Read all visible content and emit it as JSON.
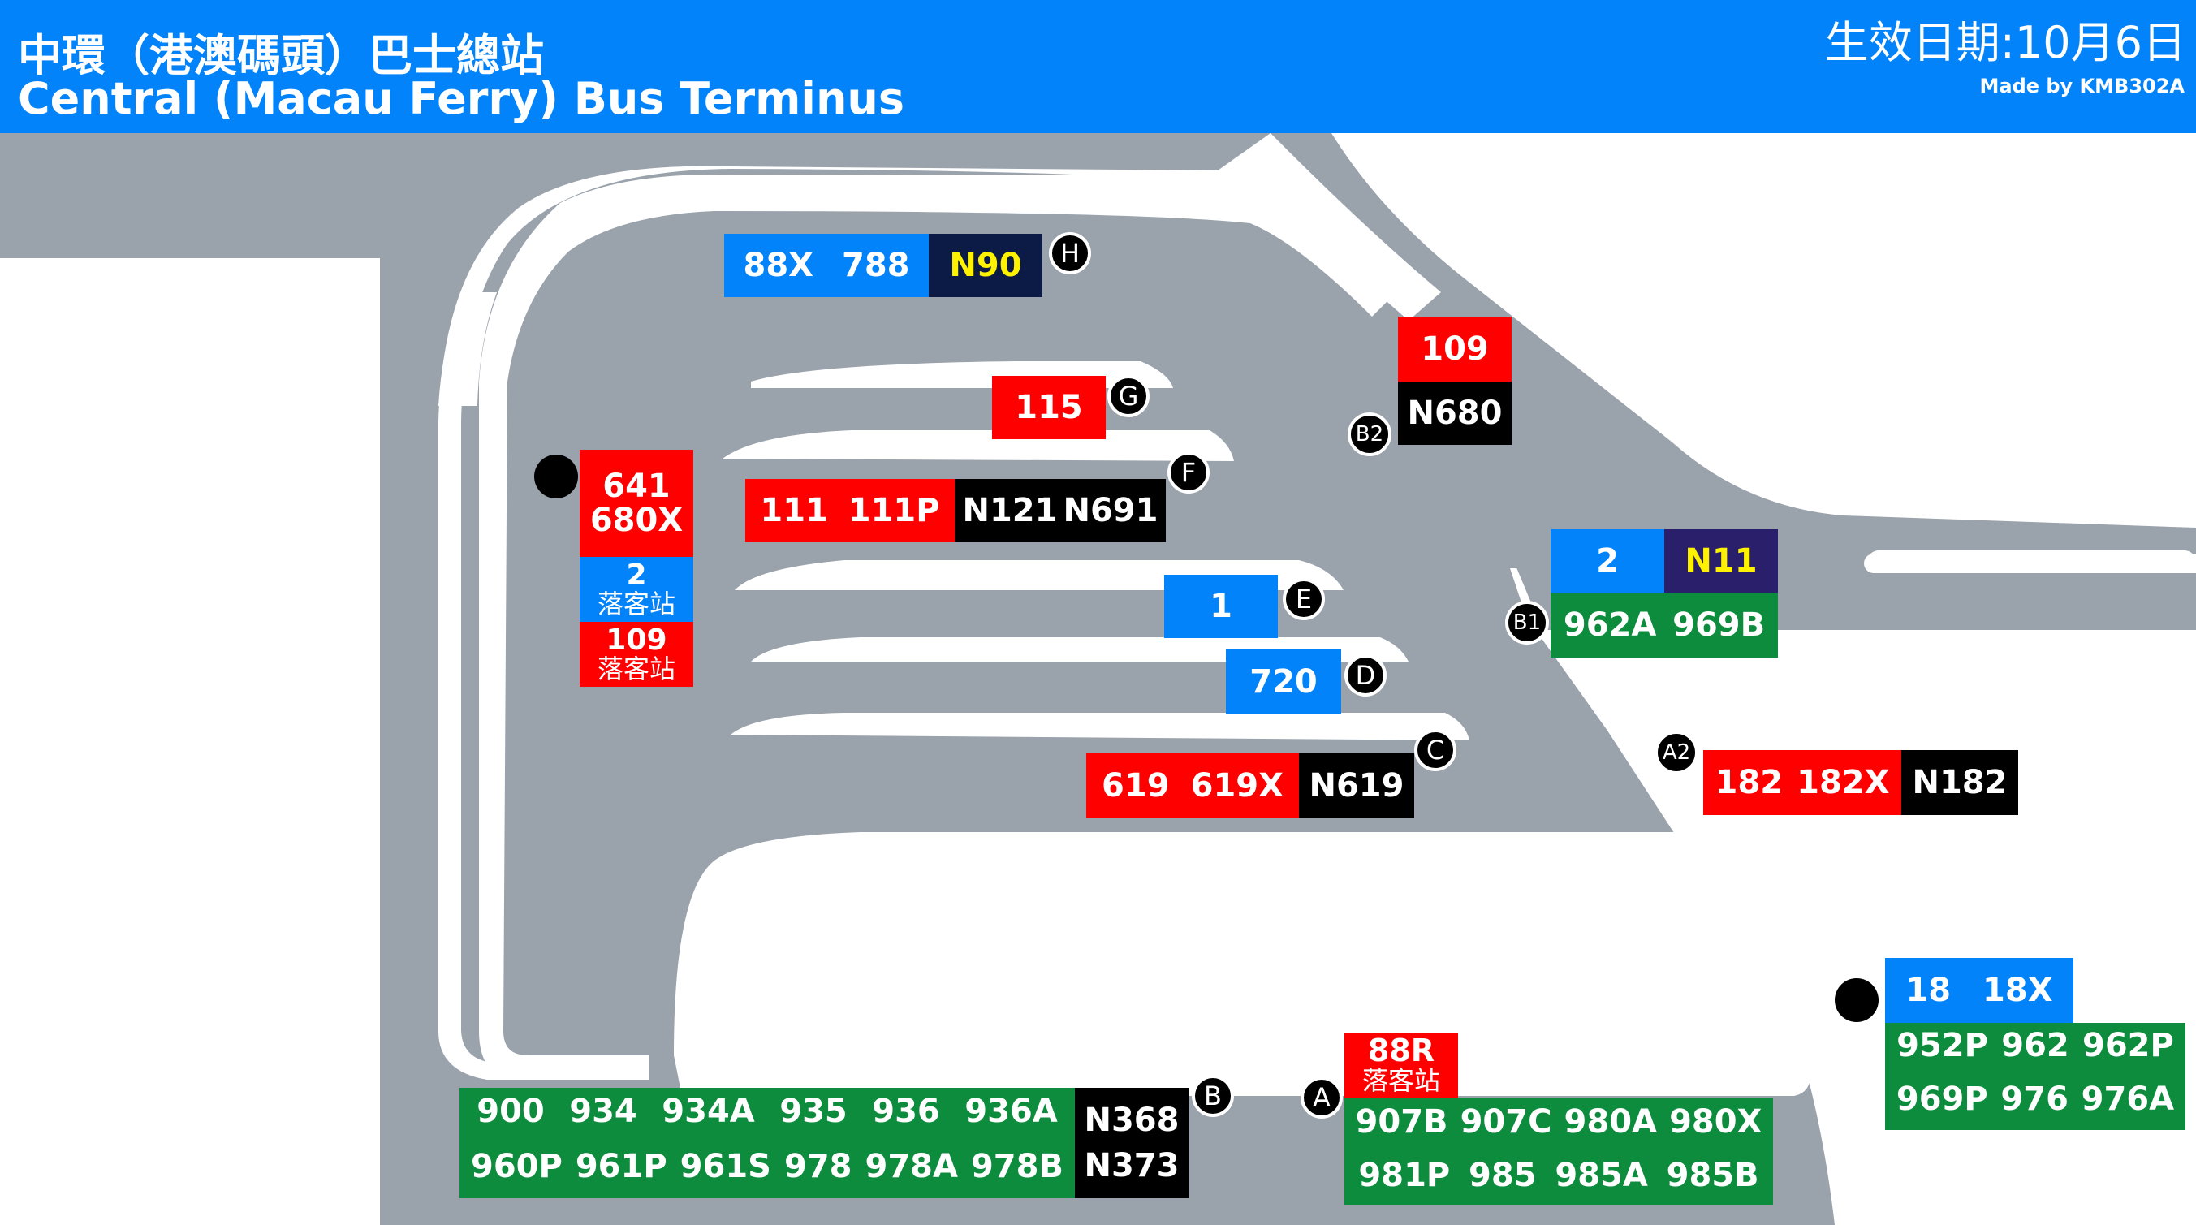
{
  "header": {
    "title_zh": "中環（港澳碼頭）巴士總站",
    "title_en": "Central (Macau Ferry) Bus Terminus",
    "effective_date": "生效日期:10月6日",
    "credit": "Made by KMB302A"
  },
  "colors": {
    "header": "#0383f9",
    "road": "#9aa2ac",
    "island": "#ffffff",
    "red": "#fe0000",
    "blue": "#0383f9",
    "black": "#000000",
    "navy": "#0c1b45",
    "purple": "#2a1f6a",
    "green": "#0c8c3c",
    "yellow": "#fff200"
  },
  "stop_markers": {
    "H": "H",
    "G": "G",
    "F": "F",
    "E": "E",
    "D": "D",
    "C": "C",
    "B2": "B2",
    "B1": "B1",
    "A2": "A2",
    "B": "B",
    "A": "A"
  },
  "route_blocks": {
    "h": {
      "blue": [
        "88X",
        "788"
      ],
      "night": [
        "N90"
      ]
    },
    "g": {
      "red": [
        "115"
      ]
    },
    "f": {
      "red": [
        "111",
        "111P"
      ],
      "night": [
        "N121",
        "N691"
      ]
    },
    "e": {
      "blue": [
        "1"
      ]
    },
    "d": {
      "blue": [
        "720"
      ]
    },
    "c": {
      "red": [
        "619",
        "619X"
      ],
      "night": [
        "N619"
      ]
    },
    "b2": {
      "red": [
        "109"
      ],
      "night": [
        "N680"
      ]
    },
    "b1": {
      "blue": [
        "2"
      ],
      "night": [
        "N11"
      ],
      "green": [
        "962A",
        "969B"
      ]
    },
    "a2": {
      "red": [
        "182",
        "182X"
      ],
      "night": [
        "N182"
      ]
    },
    "west": {
      "red": [
        "641",
        "680X"
      ],
      "alight_2": {
        "route": "2",
        "label": "落客站"
      },
      "alight_109": {
        "route": "109",
        "label": "落客站"
      }
    },
    "east": {
      "blue": [
        "18",
        "18X"
      ],
      "green_row1": [
        "952P",
        "962",
        "962P"
      ],
      "green_row2": [
        "969P",
        "976",
        "976A"
      ]
    },
    "b": {
      "green_row1": [
        "900",
        "934",
        "934A",
        "935",
        "936",
        "936A"
      ],
      "green_row2": [
        "960P",
        "961P",
        "961S",
        "978",
        "978A",
        "978B"
      ],
      "night": [
        "N368",
        "N373"
      ]
    },
    "a": {
      "alight_88r": {
        "route": "88R",
        "label": "落客站"
      },
      "green_row1": [
        "907B",
        "907C",
        "980A",
        "980X"
      ],
      "green_row2": [
        "981P",
        "985",
        "985A",
        "985B"
      ]
    }
  }
}
